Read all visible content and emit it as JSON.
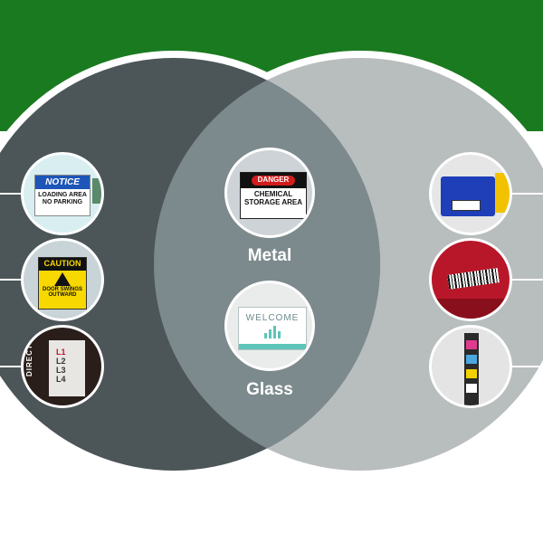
{
  "colors": {
    "header_green": "#1a7a1f",
    "left_circle": "#4c5558",
    "right_circle": "#b8bdbd",
    "overlap": "#7d8a8d",
    "outline": "#ffffff"
  },
  "center": {
    "items": [
      {
        "label": "Metal",
        "icon": "danger-sign-icon"
      },
      {
        "label": "Glass",
        "icon": "welcome-sign-icon"
      }
    ]
  },
  "signs": {
    "notice": {
      "header": "NOTICE",
      "body": "LOADING AREA NO PARKING"
    },
    "caution": {
      "header": "CAUTION",
      "body": "DOOR SWINGS OUTWARD"
    },
    "danger": {
      "header": "DANGER",
      "body": "CHEMICAL STORAGE AREA"
    },
    "welcome": {
      "header": "WELCOME"
    },
    "directory": {
      "side": "DIRECTORY",
      "levels": [
        "L1",
        "L2",
        "L3",
        "L4"
      ]
    }
  },
  "right": {
    "items": [
      {
        "icon": "bin-label-icon"
      },
      {
        "icon": "barcode-label-icon"
      },
      {
        "icon": "rack-label-icon"
      }
    ]
  }
}
